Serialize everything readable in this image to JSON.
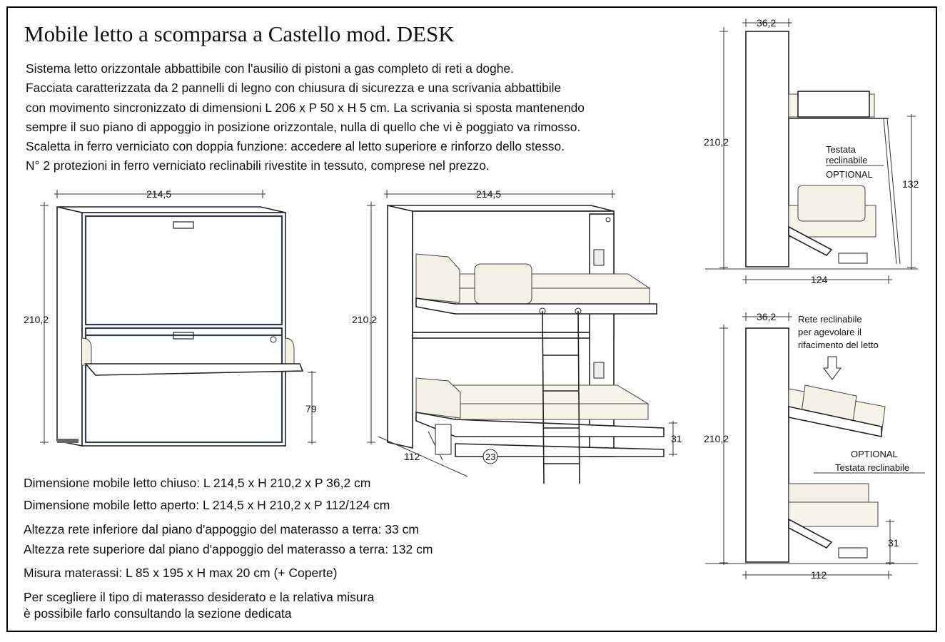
{
  "title": "Mobile letto a scomparsa a Castello mod. DESK",
  "description": [
    "Sistema letto orizzontale abbattibile con l'ausilio di pistoni a gas completo di reti a doghe.",
    "Facciata caratterizzata da 2 pannelli di legno con chiusura di sicurezza e una scrivania abbattibile",
    "con movimento sincronizzato di dimensioni L 206 x P 50 x H 5 cm. La scrivania si sposta mantenendo",
    "sempre il suo piano di appoggio in posizione orizzontale, nulla di quello che vi è poggiato va rimosso.",
    "Scaletta in ferro verniciato con doppia funzione: accedere al letto superiore e rinforzo dello stesso.",
    "N° 2 protezioni in ferro verniciato reclinabili rivestite in tessuto, comprese nel prezzo."
  ],
  "specs": [
    "Dimensione mobile letto chiuso: L 214,5 x H 210,2 x P 36,2 cm",
    "Dimensione mobile letto aperto: L 214,5 x H 210,2 x P 112/124 cm",
    "Altezza rete inferiore dal piano d'appoggio del materasso a terra: 33 cm",
    "Altezza rete superiore dal piano d'appoggio del materasso a terra: 132 cm",
    "Misura materassi: L 85 x 195 x H max 20 cm (+ Coperte)"
  ],
  "note": [
    "Per scegliere il tipo di materasso desiderato e la relativa misura",
    "è possibile farlo consultando la sezione dedicata"
  ],
  "closed_view": {
    "width": "214,5",
    "height": "210,2",
    "desk_height": "79"
  },
  "open_view": {
    "width": "214,5",
    "height": "210,2",
    "depth": "112",
    "lower_net": "31",
    "ladder_step": "23"
  },
  "side_top": {
    "depth": "36,2",
    "height": "210,2",
    "upper_height": "132",
    "open_depth": "124",
    "label_line1": "Testata",
    "label_line2": "reclinabile",
    "label_line3": "OPTIONAL"
  },
  "side_bottom": {
    "depth": "36,2",
    "height": "210,2",
    "lower_net": "31",
    "open_depth": "112",
    "note_line1": "Rete reclinabile",
    "note_line2": "per agevolare il",
    "note_line3": "rifacimento del letto",
    "optional": "OPTIONAL",
    "headboard": "Testata reclinabile"
  }
}
